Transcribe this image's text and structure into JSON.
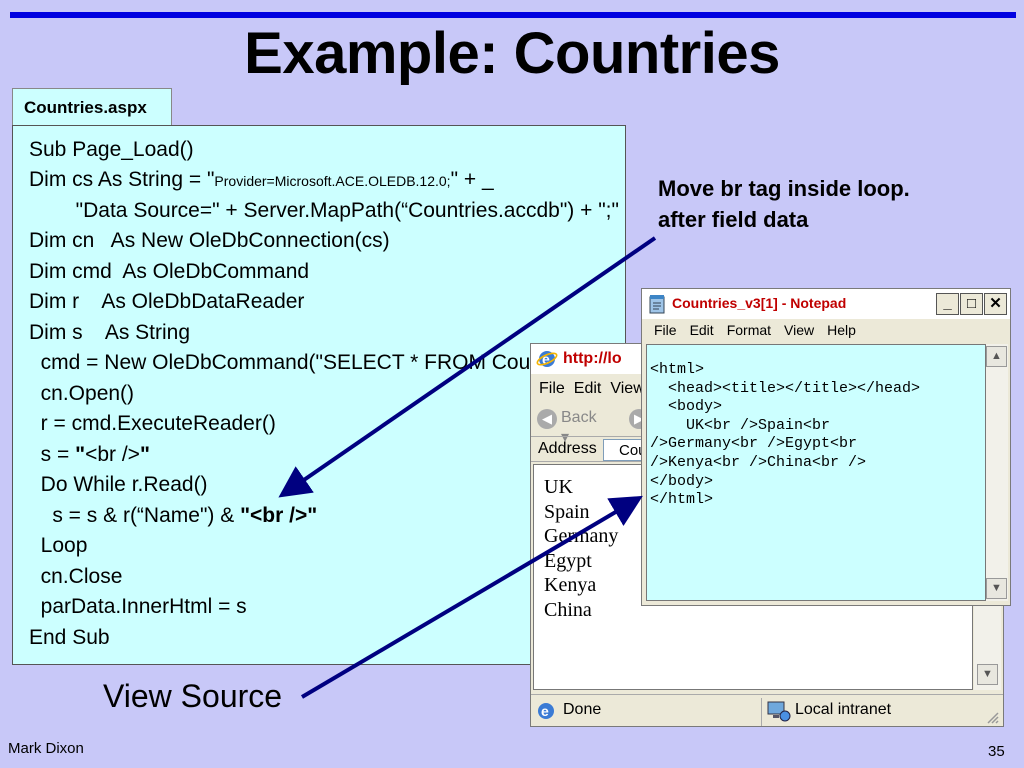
{
  "slide": {
    "title": "Example: Countries",
    "file_tab": "Countries.aspx",
    "callout_line1": "Move br tag inside loop.",
    "callout_line2": "after field data",
    "view_source_label": "View Source",
    "author": "Mark Dixon",
    "page_number": "35"
  },
  "code": {
    "l1": "Sub Page_Load()",
    "l2a": "Dim cs As String = \"",
    "l2b": "Provider=Microsoft.ACE.OLEDB.12.0;",
    "l2c": "\" + _",
    "l3": "        \"Data Source=\" + Server.MapPath(“Countries.accdb\") + \";\"",
    "l4": "Dim cn   As New OleDbConnection(cs)",
    "l5": "Dim cmd  As OleDbCommand",
    "l6": "Dim r    As OleDbDataReader",
    "l7": "Dim s    As String",
    "l8": "  cmd = New OleDbCommand(\"SELECT * FROM Country",
    "l9": "  cn.Open()",
    "l10": "  r = cmd.ExecuteReader()",
    "l11a": "  s = ",
    "l11b": "\"",
    "l11c": "<br />",
    "l11d": "\"",
    "l12": "  Do While r.Read()",
    "l13a": "    s = s & r(“Name\") & ",
    "l13b": "\"<br />\"",
    "l14": "  Loop",
    "l15": "  cn.Close",
    "l16": "  parData.InnerHtml = s",
    "l17": "End Sub"
  },
  "browser": {
    "title": "http://lo",
    "menu": [
      "File",
      "Edit",
      "View"
    ],
    "back_label": "Back",
    "address_label": "Address",
    "address_value": "Cou",
    "items": [
      "UK",
      "Spain",
      "Germany",
      "Egypt",
      "Kenya",
      "China"
    ],
    "status_text": "Done",
    "zone_text": "Local intranet"
  },
  "notepad": {
    "title": "Countries_v3[1] - Notepad",
    "menu": [
      "File",
      "Edit",
      "Format",
      "View",
      "Help"
    ],
    "minimize": "_",
    "maximize": "□",
    "close": "✕",
    "lines": [
      "<html>",
      "  <head><title></title></head>",
      "  <body>",
      "    UK<br />Spain<br",
      "/>Germany<br />Egypt<br",
      "/>Kenya<br />China<br />",
      "</body>",
      "</html>"
    ]
  },
  "colors": {
    "background": "#c8c8f8",
    "rule": "#0000e0",
    "code_bg": "#ccffff",
    "arrow": "#000080",
    "window_title": "#c00000"
  }
}
